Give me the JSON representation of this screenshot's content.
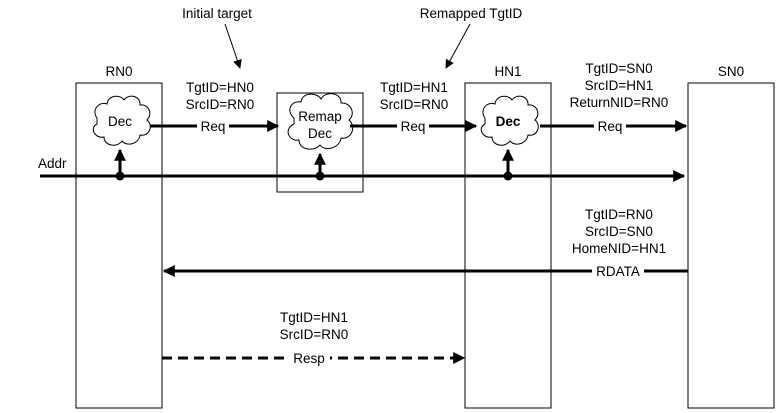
{
  "nodes": {
    "rn0": "RN0",
    "hn1": "HN1",
    "sn0": "SN0"
  },
  "blocks": {
    "dec_rn0": "Dec",
    "remap_line1": "Remap",
    "remap_line2": "Dec",
    "dec_hn1": "Dec"
  },
  "signals": {
    "addr": "Addr",
    "req1": "Req",
    "req2": "Req",
    "req3": "Req",
    "rdata": "RDATA",
    "resp": "Resp"
  },
  "callouts": {
    "initial_target": "Initial target",
    "remapped_tgtid": "Remapped TgtID"
  },
  "fields": {
    "req1": [
      "TgtID=HN0",
      "SrcID=RN0"
    ],
    "req2": [
      "TgtID=HN1",
      "SrcID=RN0"
    ],
    "req3": [
      "TgtID=SN0",
      "SrcID=HN1",
      "ReturnNID=RN0"
    ],
    "rdata": [
      "TgtID=RN0",
      "SrcID=SN0",
      "HomeNID=HN1"
    ],
    "resp": [
      "TgtID=HN1",
      "SrcID=RN0"
    ]
  }
}
